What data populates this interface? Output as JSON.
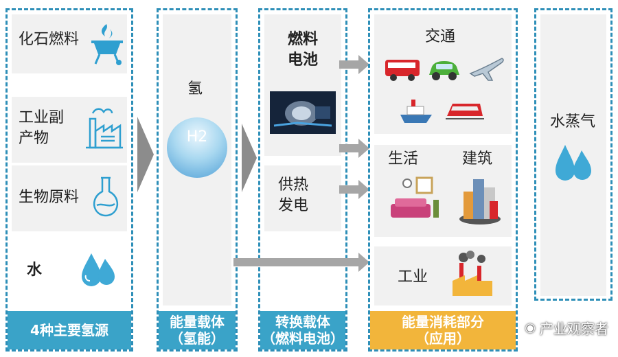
{
  "col1": {
    "items": [
      "化石燃料",
      "工业副\n产物",
      "生物原料",
      "水"
    ],
    "footer": "4种主要氢源"
  },
  "col2": {
    "item": "氢",
    "h2_label": "H2",
    "footer_line1": "能量载体",
    "footer_line2": "（氢能）"
  },
  "col3": {
    "item1": "燃料\n电池",
    "item2": "供热\n发电",
    "footer_line1": "转换载体",
    "footer_line2": "（燃料电池）"
  },
  "col4": {
    "transport": "交通",
    "life": "生活",
    "building": "建筑",
    "industry": "工业",
    "footer_line1": "能量消耗部分",
    "footer_line2": "（应用）"
  },
  "col5": {
    "item": "水蒸气"
  },
  "watermark": "产业观察者",
  "colors": {
    "dash": "#2e8fb8",
    "blue_footer": "#3aa3c8",
    "gold_footer": "#f2b53b",
    "arrow": "#a6a6a6",
    "drop": "#3fa9d6"
  }
}
